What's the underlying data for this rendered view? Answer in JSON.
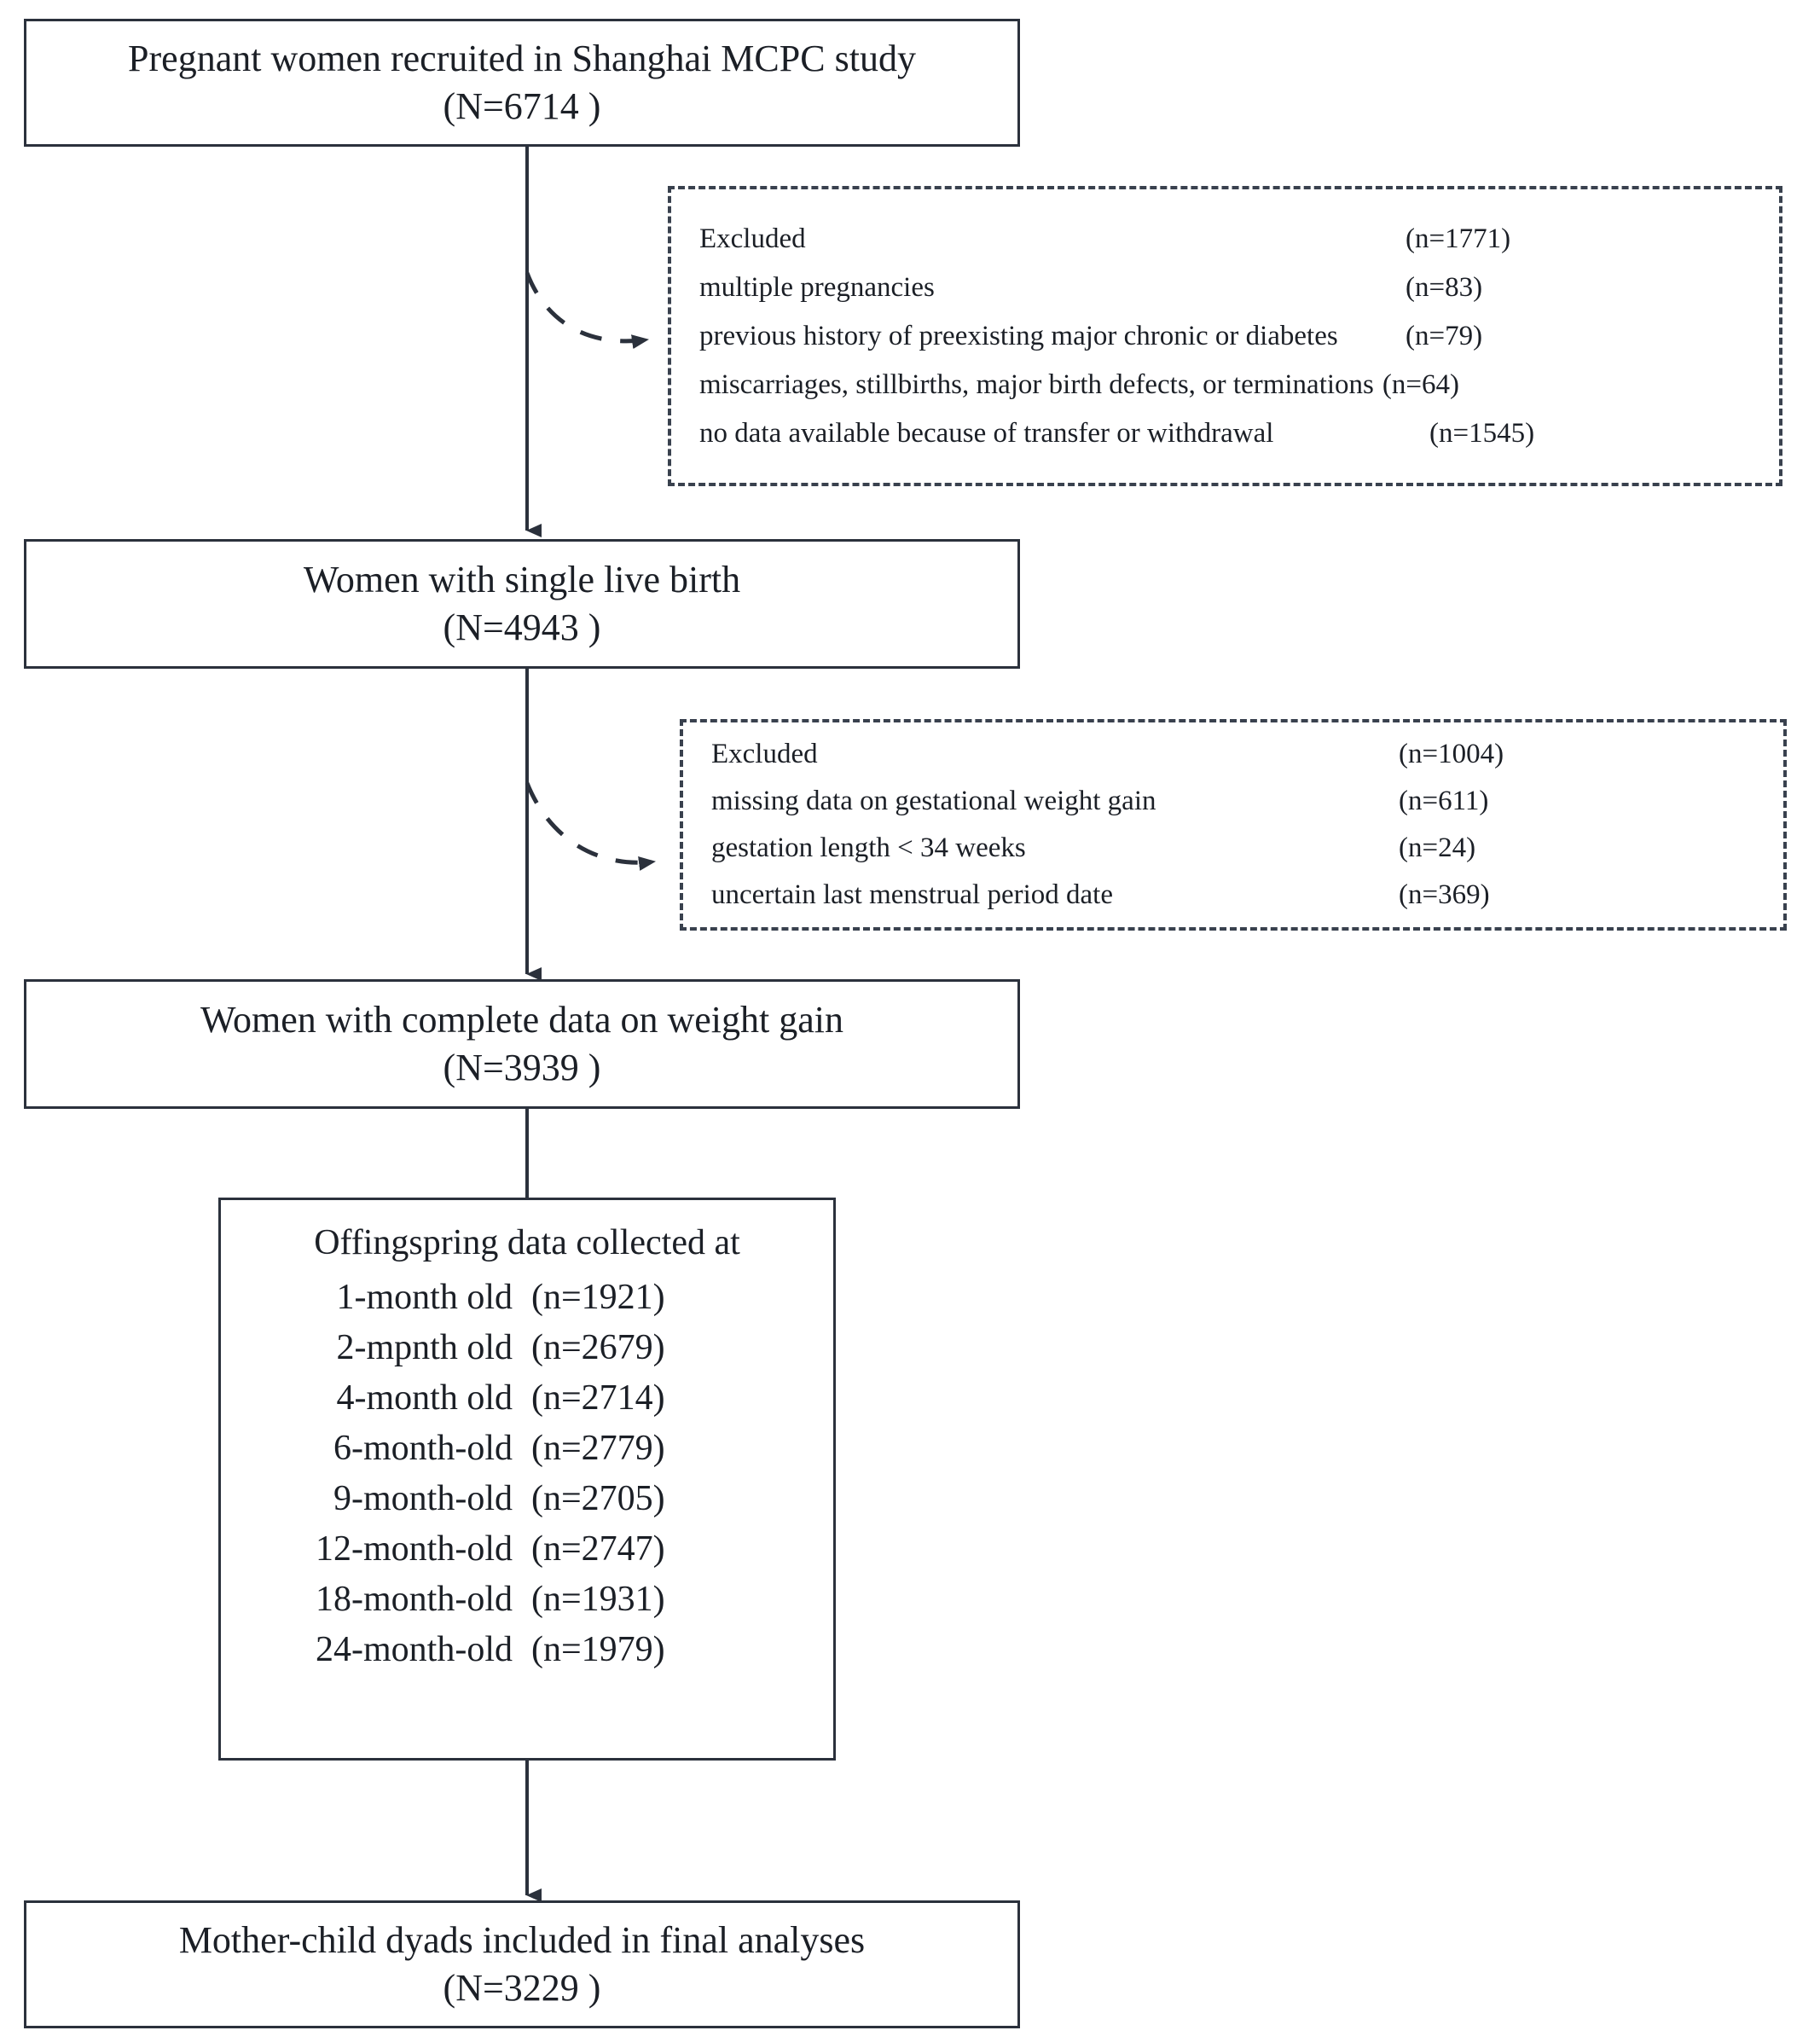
{
  "figure": {
    "type": "flowchart",
    "title": "Study participant flow diagram",
    "line_color": "#2b313c",
    "background": "#ffffff"
  },
  "nodes": {
    "recruited": {
      "line1": "Pregnant women recruited in Shanghai MCPC study",
      "line2": "(N=6714 )"
    },
    "single_live_birth": {
      "line1": "Women with single live birth",
      "line2": "(N=4943 )"
    },
    "complete_weight_gain": {
      "line1": "Women with complete data on weight gain",
      "line2": "(N=3939 )"
    },
    "final": {
      "line1": "Mother-child dyads included in final analyses",
      "line2": "(N=3229 )"
    }
  },
  "exclusions": [
    {
      "id": "exclusion-1",
      "rows": [
        {
          "label": "Excluded",
          "count": "(n=1771)"
        },
        {
          "label": "multiple pregnancies",
          "count": "(n=83)"
        },
        {
          "label": "previous history of preexisting major chronic or diabetes",
          "count": "(n=79)"
        },
        {
          "label": "miscarriages, stillbirths, major birth defects, or terminations",
          "count": "(n=64)"
        },
        {
          "label": "no data available because of transfer or withdrawal",
          "count": "(n=1545)"
        }
      ]
    },
    {
      "id": "exclusion-2",
      "rows": [
        {
          "label": "Excluded",
          "count": "(n=1004)"
        },
        {
          "label": "missing data on gestational weight gain",
          "count": "(n=611)"
        },
        {
          "label": "gestation length < 34 weeks",
          "count": "(n=24)"
        },
        {
          "label": "uncertain last menstrual period date",
          "count": "(n=369)"
        }
      ]
    }
  ],
  "offspring": {
    "title": "Offingspring data collected at",
    "rows": [
      {
        "age": "1-month old",
        "count": "(n=1921)"
      },
      {
        "age": "2-mpnth old",
        "count": "(n=2679)"
      },
      {
        "age": "4-month old",
        "count": "(n=2714)"
      },
      {
        "age": "6-month-old",
        "count": "(n=2779)"
      },
      {
        "age": "9-month-old",
        "count": "(n=2705)"
      },
      {
        "age": "12-month-old",
        "count": "(n=2747)"
      },
      {
        "age": "18-month-old",
        "count": "(n=1931)"
      },
      {
        "age": "24-month-old",
        "count": "(n=1979)"
      }
    ]
  }
}
